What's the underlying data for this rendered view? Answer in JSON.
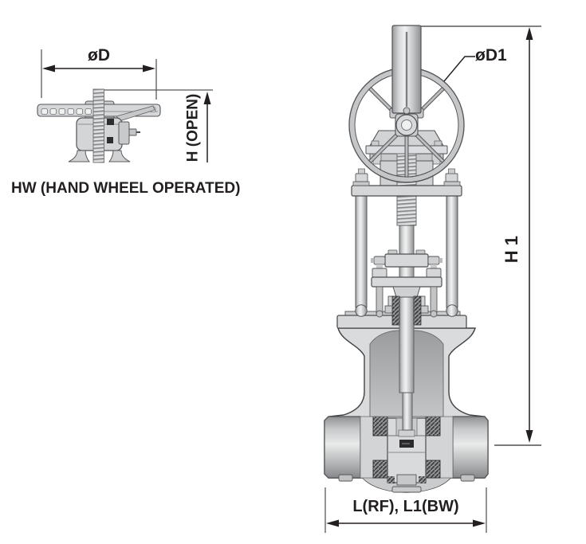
{
  "page": {
    "background": "#ffffff",
    "description": "Gate valve technical drawing with hand wheel operator"
  },
  "colors": {
    "line": "#231f20",
    "dimension_line": "#231f20",
    "outline": "#4c4e50",
    "fill_light": "#dadbdc",
    "fill_mid": "#c7c9ca",
    "fill_dark": "#909294",
    "packing_dark": "#3a3a3c"
  },
  "views": {
    "side": {
      "caption": "HW (HAND WHEEL OPERATED)",
      "dim_diameter": "øD",
      "dim_height": "H (OPEN)"
    },
    "front": {
      "dim_wheel_diameter": "øD1",
      "dim_height": "H 1",
      "dim_length": "L(RF), L1(BW)"
    }
  }
}
